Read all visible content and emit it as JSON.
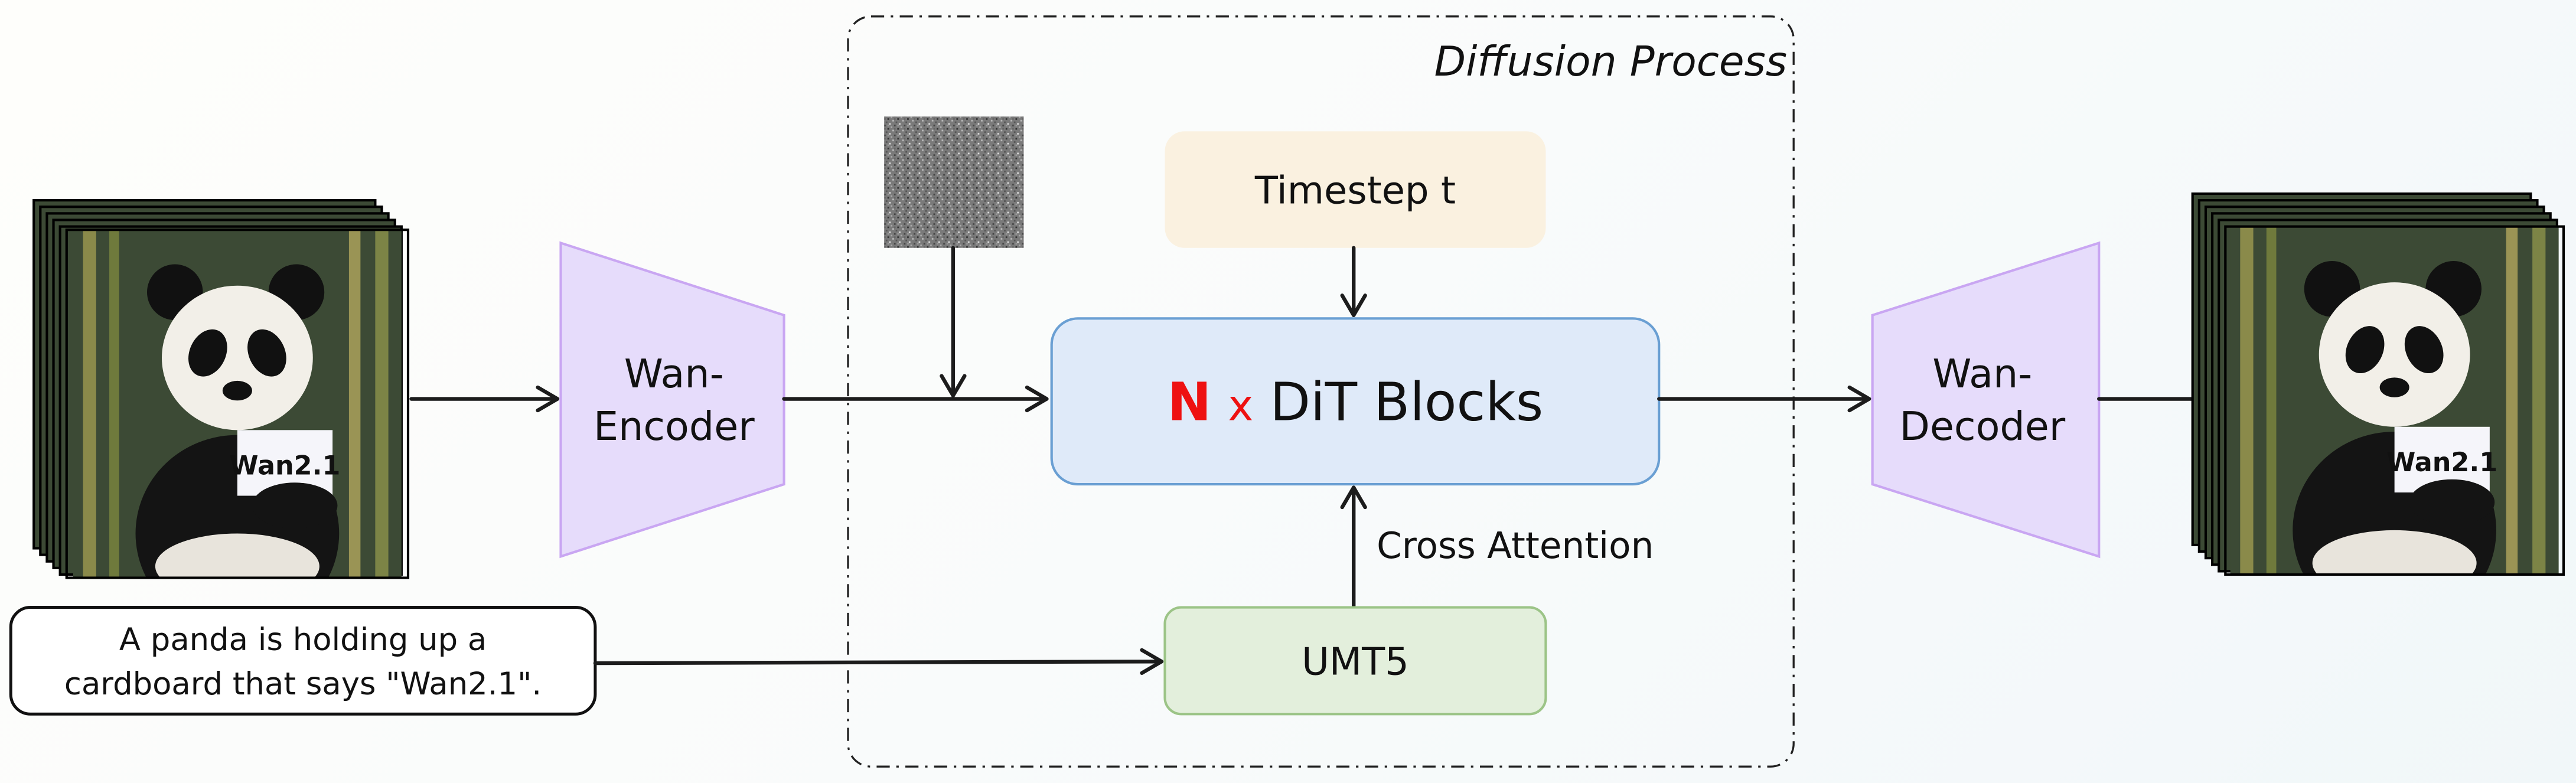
{
  "diagram": {
    "input_video": {
      "sign_text": "Wan2.1"
    },
    "encoder": {
      "line1": "Wan-",
      "line2": "Encoder"
    },
    "text_prompt": {
      "line1": "A panda is holding up a",
      "line2": "cardboard that says \"Wan2.1\"."
    },
    "diffusion": {
      "title": "Diffusion Process",
      "timestep": "Timestep t",
      "dit": {
        "n": "N",
        "x": "x",
        "label": "DiT Blocks"
      },
      "cross_attention": "Cross Attention",
      "text_encoder": "UMT5"
    },
    "decoder": {
      "line1": "Wan-",
      "line2": "Decoder"
    },
    "output_video": {
      "sign_text": "Wan2.1"
    },
    "colors": {
      "encoder_fill": "#e6dcfb",
      "encoder_stroke": "#c9a6f2",
      "timestep_fill": "#faf1e0",
      "dit_fill": "#dfeaf9",
      "dit_stroke": "#6a9fd3",
      "umt5_fill": "#e3efdc",
      "umt5_stroke": "#9cc487",
      "accent_red": "#ee1111"
    }
  }
}
